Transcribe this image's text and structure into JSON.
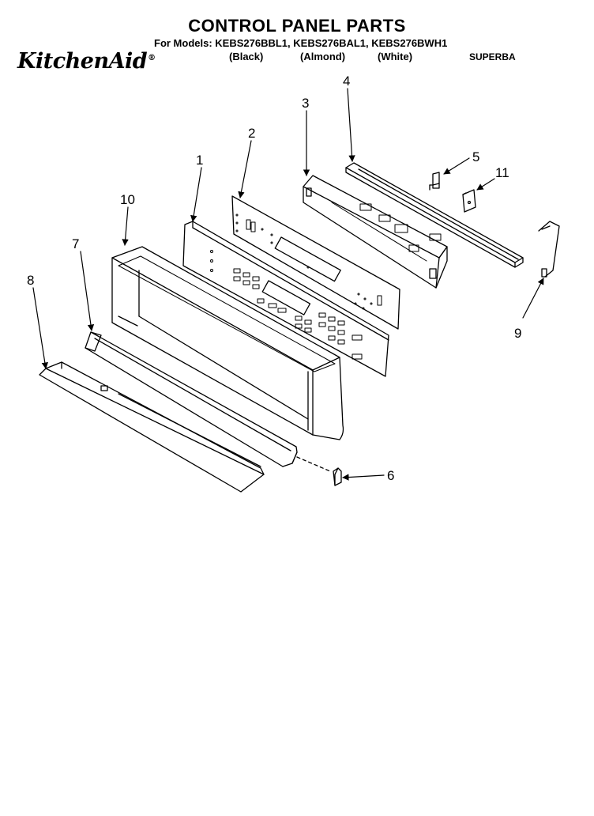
{
  "header": {
    "title": "CONTROL PANEL PARTS",
    "models_line": "For Models: KEBS276BBL1, KEBS276BAL1, KEBS276BWH1",
    "colors": [
      "(Black)",
      "(Almond)",
      "(White)"
    ],
    "brand": "KitchenAid",
    "brand_mark": "®",
    "code": "SUPERBA"
  },
  "callouts": [
    "1",
    "2",
    "3",
    "4",
    "5",
    "6",
    "7",
    "8",
    "9",
    "10",
    "11"
  ]
}
